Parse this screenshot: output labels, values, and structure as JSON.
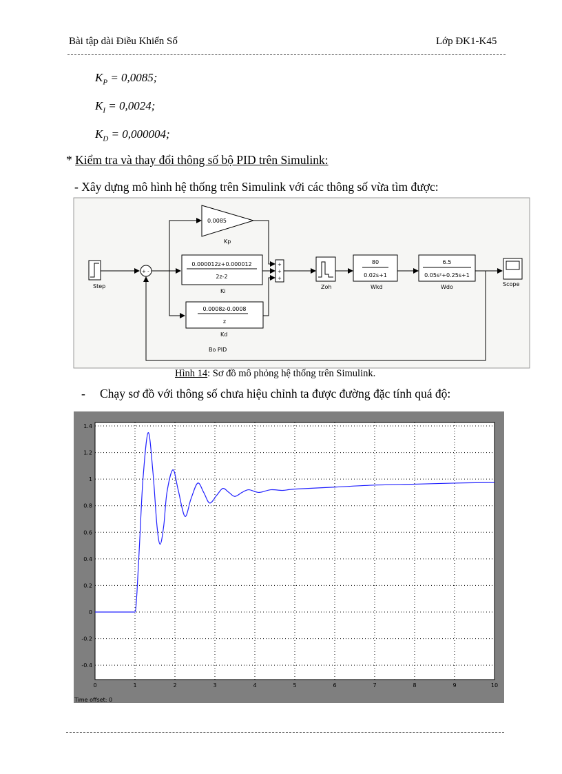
{
  "header": {
    "left": "Bài tập dài Điều Khiển Số",
    "right": "Lớp ĐK1-K45"
  },
  "formulas": [
    {
      "symbol": "K",
      "sub": "P",
      "value": " = 0,0085;"
    },
    {
      "symbol": "K",
      "sub": "I",
      "value": " = 0,0024;"
    },
    {
      "symbol": "K",
      "sub": "D",
      "value": " = 0,000004;"
    }
  ],
  "section": {
    "bullet": "* ",
    "title": "Kiểm tra và thay đổi thông số bộ PID trên Simulink:"
  },
  "step1": "- Xây dựng mô hình hệ thống trên Simulink với các thông số vừa tìm được:",
  "diagram": {
    "step_label": "Step",
    "sum_signs": "+ -",
    "kp_value": "0.0085",
    "kp_label": "Kp",
    "ki_num": "0.000012z+0.000012",
    "ki_den": "2z-2",
    "ki_label": "Ki",
    "kd_num": "0.0008z-0.0008",
    "kd_den": "z",
    "kd_label": "Kd",
    "pid_label": "Bo PID",
    "zoh_label": "Zoh",
    "wkd_num": "80",
    "wkd_den": "0.02s+1",
    "wkd_label": "Wkd",
    "wdo_num": "6.5",
    "wdo_den": "0.05s²+0.25s+1",
    "wdo_label": "Wdo",
    "scope_label": "Scope"
  },
  "caption": {
    "prefix": "Hình 14",
    "text": ": Sơ đồ mô phỏng hệ thống trên Simulink."
  },
  "step2": {
    "dash": "-",
    "text": "Chạy sơ đồ với thông số chưa hiệu chỉnh ta được đường đặc tính quá độ:"
  },
  "chart_data": {
    "type": "line",
    "xlim": [
      0,
      10
    ],
    "ylim": [
      -0.5,
      1.45
    ],
    "xticks": [
      "0",
      "1",
      "2",
      "3",
      "4",
      "5",
      "6",
      "7",
      "8",
      "9",
      "10"
    ],
    "yticks": [
      "-0.4",
      "-0.2",
      "0",
      "0.2",
      "0.4",
      "0.6",
      "0.8",
      "1",
      "1.2",
      "1.4"
    ],
    "grid": true,
    "colors": {
      "line": "#2020ff",
      "frame": "#808080",
      "plot_bg": "#ffffff"
    },
    "footer": "Time offset:  0",
    "x": [
      0,
      1,
      1.05,
      1.12,
      1.2,
      1.33,
      1.45,
      1.55,
      1.63,
      1.72,
      1.8,
      1.95,
      2.08,
      2.25,
      2.4,
      2.57,
      2.72,
      2.87,
      3.05,
      3.2,
      3.35,
      3.5,
      3.68,
      3.85,
      4.1,
      4.4,
      4.7,
      5,
      6,
      7,
      8,
      9,
      10
    ],
    "y": [
      0,
      0,
      0.15,
      0.55,
      1.0,
      1.35,
      1.05,
      0.65,
      0.51,
      0.65,
      0.9,
      1.07,
      0.92,
      0.72,
      0.85,
      0.97,
      0.9,
      0.82,
      0.88,
      0.93,
      0.9,
      0.87,
      0.9,
      0.92,
      0.9,
      0.92,
      0.915,
      0.925,
      0.94,
      0.955,
      0.962,
      0.97,
      0.975
    ]
  }
}
